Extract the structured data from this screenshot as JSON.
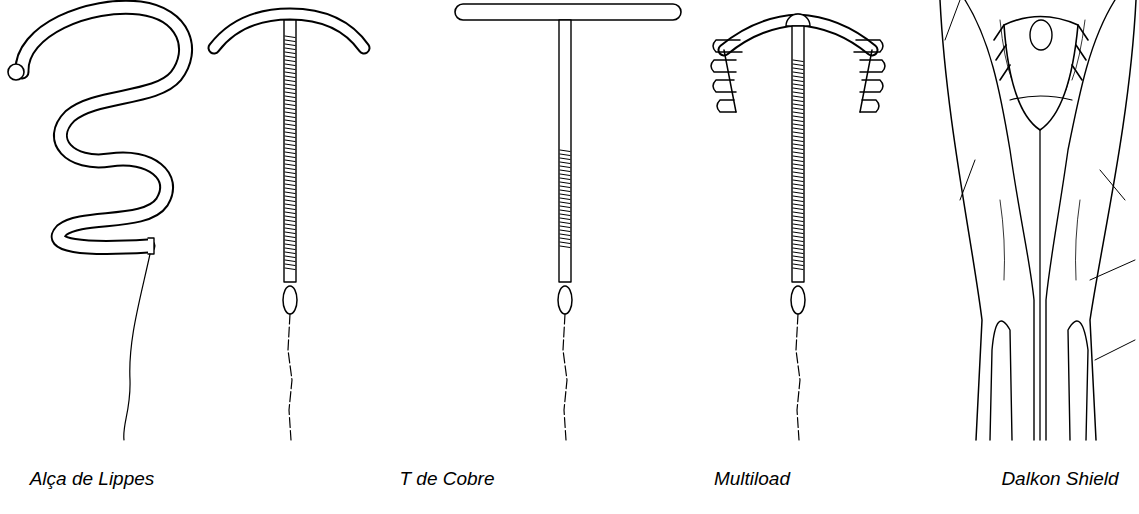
{
  "diagram": {
    "labels": [
      "Alça de Lippes",
      "T de Cobre",
      "Multiload",
      "Dalkon Shield"
    ]
  }
}
